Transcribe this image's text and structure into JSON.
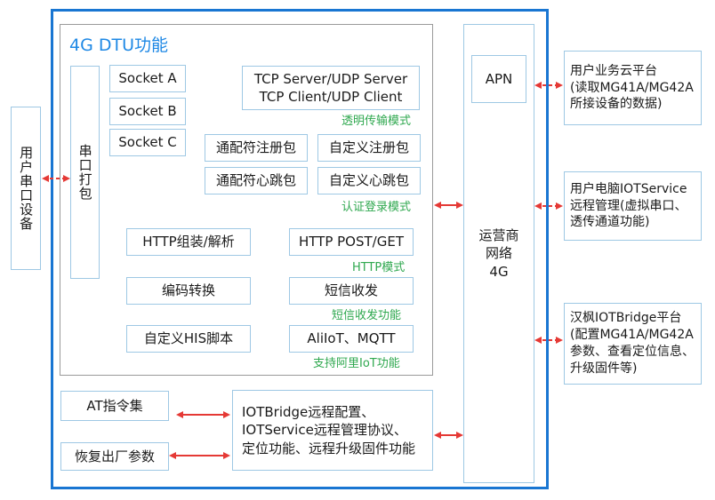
{
  "colors": {
    "outer_border": "#1976d2",
    "title": "#1e88e5",
    "box_border": "#9ec8e4",
    "inner_border": "#9a9a9a",
    "mode_label": "#2fa84f",
    "arrow": "#e53935"
  },
  "left": {
    "serial_device": "用户串口设备"
  },
  "main": {
    "title": "4G DTU功能",
    "serial_pack": "串口打包",
    "sockets": [
      "Socket A",
      "Socket B",
      "Socket C"
    ],
    "tcp_udp": "TCP Server/UDP Server\nTCP Client/UDP Client",
    "transparent_mode": "透明传输模式",
    "reg_wildcard": "通配符注册包",
    "reg_custom": "自定义注册包",
    "hb_wildcard": "通配符心跳包",
    "hb_custom": "自定义心跳包",
    "auth_mode": "认证登录模式",
    "http_pack": "HTTP组装/解析",
    "http_postget": "HTTP POST/GET",
    "http_mode": "HTTP模式",
    "encoding": "编码转换",
    "sms": "短信收发",
    "sms_label": "短信收发功能",
    "his_script": "自定义HIS脚本",
    "aliiot_mqtt": "AliIoT、MQTT",
    "aliiot_label": "支持阿里IoT功能",
    "at_cmd": "AT指令集",
    "restore": "恢复出厂参数",
    "iot_remote": "IOTBridge远程配置、\nIOTService远程管理协议、\n定位功能、远程升级固件功能",
    "carrier": "运营商\n网络\n4G",
    "apn": "APN"
  },
  "right": {
    "biz_cloud": "用户业务云平台\n(读取MG41A/MG42A\n所接设备的数据)",
    "pc_iotservice": "用户电脑IOTService\n远程管理(虚拟串口、\n透传通道功能)",
    "iotbridge": "汉枫IOTBridge平台\n(配置MG41A/MG42A\n参数、查看定位信息、\n升级固件等)"
  }
}
